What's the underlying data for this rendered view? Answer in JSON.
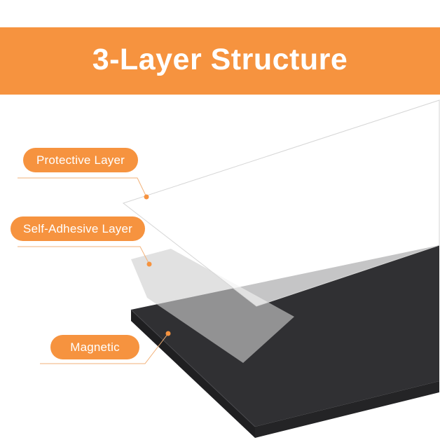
{
  "title": "3-Layer Structure",
  "labels": {
    "protective": "Protective Layer",
    "adhesive": "Self-Adhesive Layer",
    "magnetic": "Magnetic"
  },
  "colors": {
    "accent": "#f6933f",
    "banner_text": "#ffffff",
    "magnetic_layer": "#2f2f31",
    "adhesive_layer": "#d9d9d9",
    "protective_layer": "#ffffff",
    "leader_line": "#f2b27a"
  }
}
